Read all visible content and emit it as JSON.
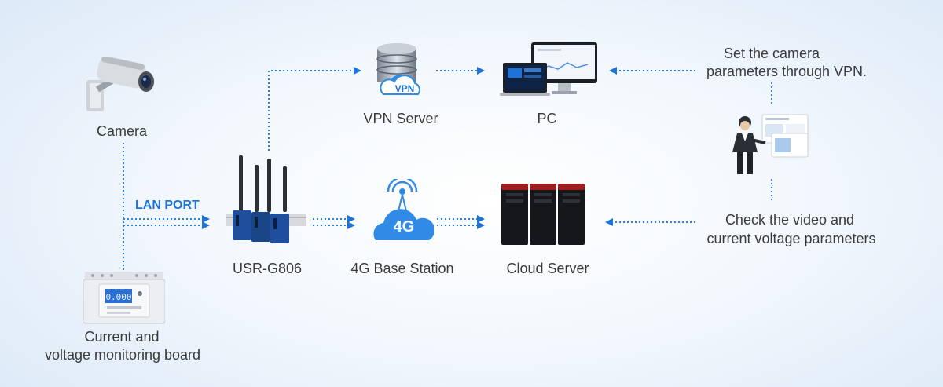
{
  "nodes": {
    "camera": "Camera",
    "board_line1": "Current and",
    "board_line2": "voltage monitoring board",
    "router": "USR-G806",
    "vpn_server": "VPN Server",
    "vpn_badge": "VPN",
    "pc": "PC",
    "base_station": "4G Base Station",
    "base_station_badge": "4G",
    "cloud_server": "Cloud Server",
    "meter_display": "0.000"
  },
  "edges": {
    "lan_port": "LAN PORT"
  },
  "notes": {
    "set_line1": "Set the camera",
    "set_line2": "parameters through VPN.",
    "check_line1": "Check the video and",
    "check_line2": "current voltage parameters"
  },
  "colors": {
    "arrow": "#1e73d8",
    "label": "#3a3a3a",
    "accent": "#1e73d8"
  }
}
